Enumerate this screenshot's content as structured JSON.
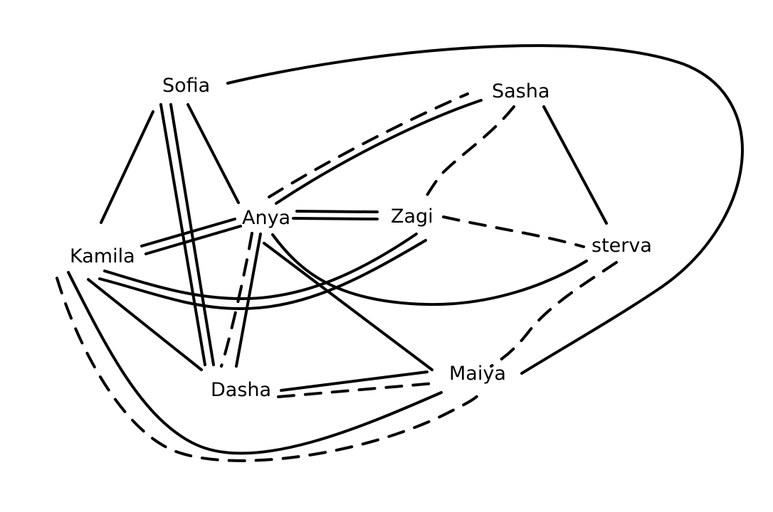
{
  "diagram": {
    "type": "multigraph",
    "line_color": "#000000",
    "background": "#ffffff",
    "nodes": [
      {
        "id": "sofia",
        "label": "Sofia"
      },
      {
        "id": "sasha",
        "label": "Sasha"
      },
      {
        "id": "anya",
        "label": "Anya"
      },
      {
        "id": "zagi",
        "label": "Zagi"
      },
      {
        "id": "kamila",
        "label": "Kamila"
      },
      {
        "id": "sterva",
        "label": "sterva"
      },
      {
        "id": "dasha",
        "label": "Dasha"
      },
      {
        "id": "maiya",
        "label": "Maiya"
      }
    ],
    "edges": [
      {
        "from": "sofia",
        "to": "kamila",
        "style": "solid"
      },
      {
        "from": "sofia",
        "to": "dasha",
        "style": "solid"
      },
      {
        "from": "sofia",
        "to": "dasha",
        "style": "solid"
      },
      {
        "from": "sofia",
        "to": "anya",
        "style": "solid"
      },
      {
        "from": "sofia",
        "to": "maiya",
        "style": "solid"
      },
      {
        "from": "sasha",
        "to": "anya",
        "style": "dashed"
      },
      {
        "from": "sasha",
        "to": "anya",
        "style": "solid"
      },
      {
        "from": "sasha",
        "to": "zagi",
        "style": "dashed"
      },
      {
        "from": "sasha",
        "to": "sterva",
        "style": "solid"
      },
      {
        "from": "anya",
        "to": "zagi",
        "style": "solid"
      },
      {
        "from": "anya",
        "to": "zagi",
        "style": "solid"
      },
      {
        "from": "anya",
        "to": "kamila",
        "style": "solid"
      },
      {
        "from": "anya",
        "to": "kamila",
        "style": "solid"
      },
      {
        "from": "anya",
        "to": "dasha",
        "style": "dashed"
      },
      {
        "from": "anya",
        "to": "dasha",
        "style": "solid"
      },
      {
        "from": "anya",
        "to": "maiya",
        "style": "solid"
      },
      {
        "from": "anya",
        "to": "sterva",
        "style": "solid"
      },
      {
        "from": "zagi",
        "to": "sterva",
        "style": "dashed"
      },
      {
        "from": "zagi",
        "to": "kamila",
        "style": "solid"
      },
      {
        "from": "zagi",
        "to": "kamila",
        "style": "solid"
      },
      {
        "from": "kamila",
        "to": "dasha",
        "style": "solid"
      },
      {
        "from": "kamila",
        "to": "maiya",
        "style": "solid"
      },
      {
        "from": "kamila",
        "to": "maiya",
        "style": "dashed"
      },
      {
        "from": "sterva",
        "to": "maiya",
        "style": "dashed"
      },
      {
        "from": "dasha",
        "to": "maiya",
        "style": "solid"
      },
      {
        "from": "dasha",
        "to": "maiya",
        "style": "dashed"
      }
    ]
  }
}
